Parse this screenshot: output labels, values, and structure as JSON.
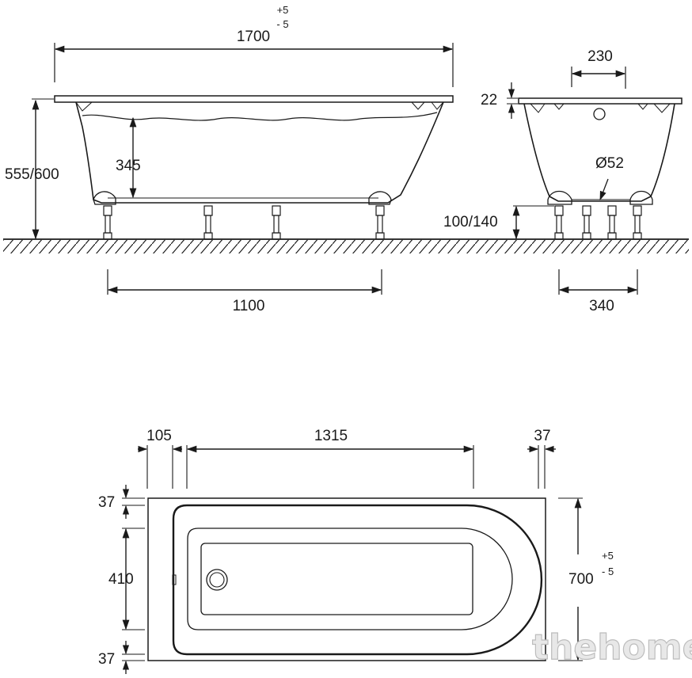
{
  "dims": {
    "side_length": "1700",
    "side_length_tol_plus": "+5",
    "side_length_tol_minus": "- 5",
    "side_height": "555/600",
    "side_depth": "345",
    "side_leg_span": "1100",
    "end_drain_offset": "230",
    "end_rim": "22",
    "end_drain_dia": "Ø52",
    "end_leg_height": "100/140",
    "end_leg_span": "340",
    "plan_left_margin": "105",
    "plan_inner_length": "1315",
    "plan_right_margin": "37",
    "plan_top_margin": "37",
    "plan_inner_width": "410",
    "plan_bottom_margin": "37",
    "plan_width": "700",
    "plan_width_tol_plus": "+5",
    "plan_width_tol_minus": "- 5"
  },
  "watermark": "thehome",
  "colors": {
    "line": "#1a1a1a",
    "ground_hatch": "#1a1a1a",
    "watermark": "#bdbdbd"
  }
}
